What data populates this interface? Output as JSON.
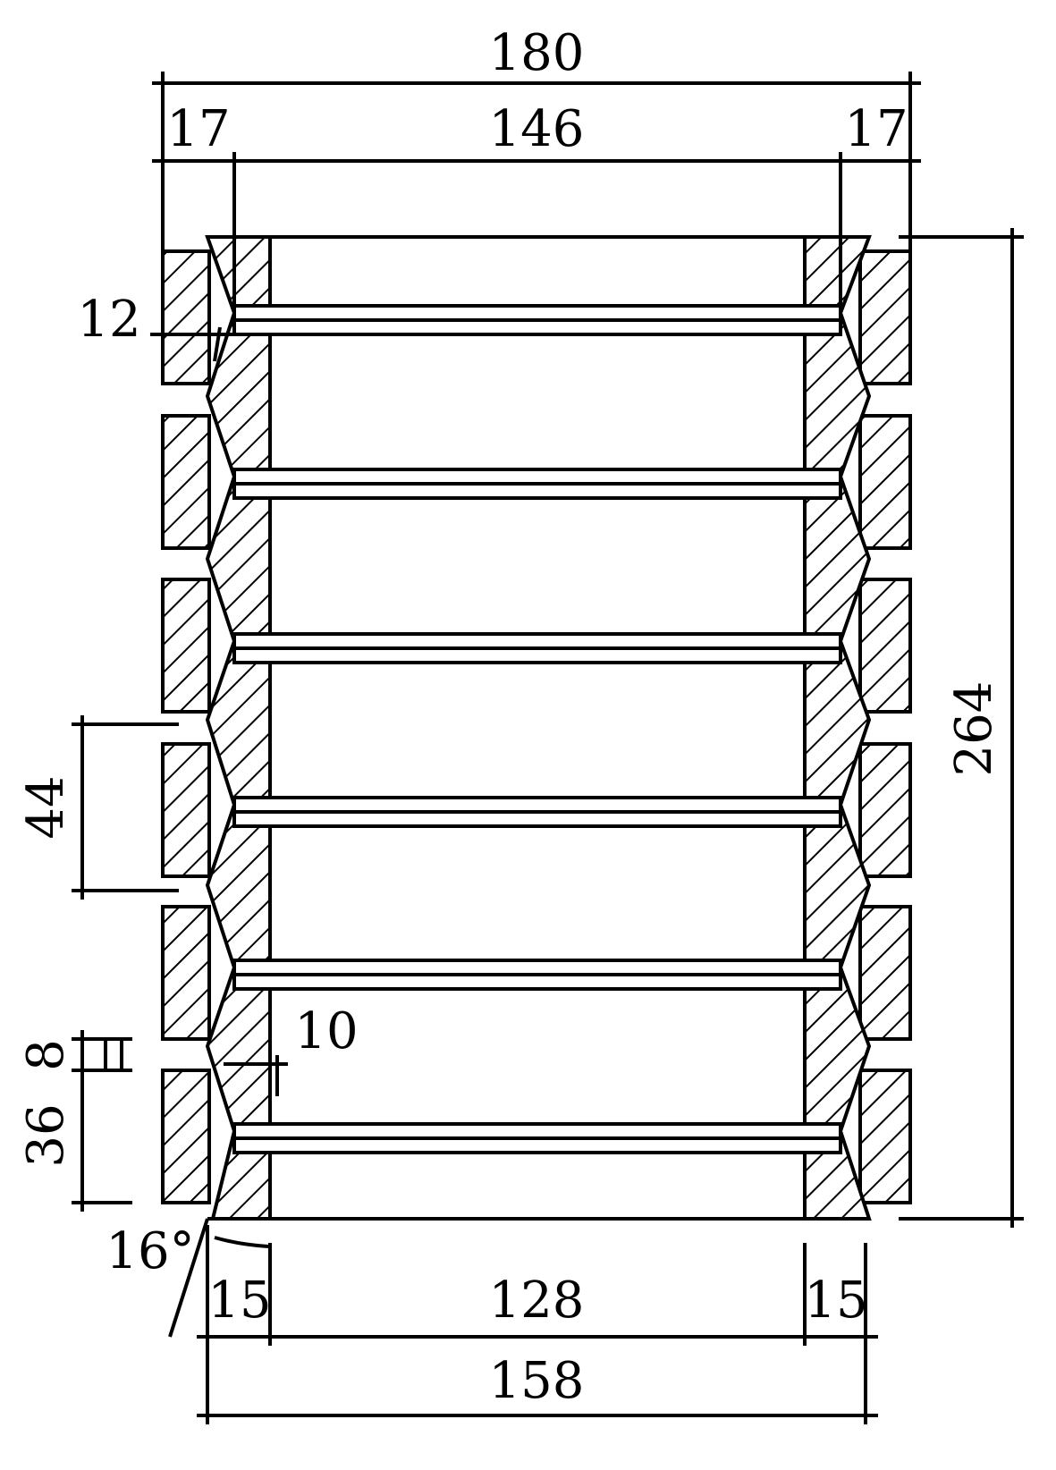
{
  "dimensions": {
    "overall_top_width": "180",
    "left_top_offset": "17",
    "inner_top_width": "146",
    "right_top_offset": "17",
    "height": "264",
    "rib_offset": "12",
    "groove_pitch": "44",
    "gap": "8",
    "block_height": "36",
    "step": "10",
    "angle": "16°",
    "left_bottom": "15",
    "inner_bottom_width": "128",
    "right_bottom": "15",
    "overall_bottom_width": "158"
  },
  "colors": {
    "line": "#000000",
    "background": "#ffffff"
  }
}
